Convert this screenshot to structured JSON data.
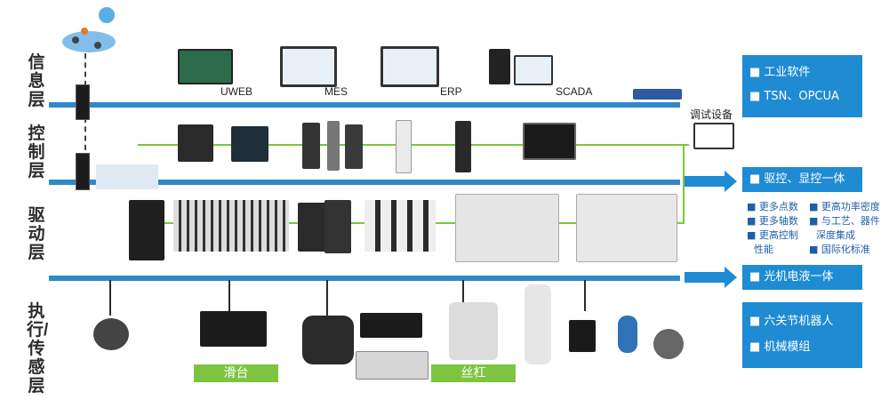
{
  "layers": {
    "info": "信息层",
    "control": "控制层",
    "drive": "驱动层",
    "exec": "执行/传感层"
  },
  "info_labels": {
    "uweb": "UWEB",
    "mes": "MES",
    "erp": "ERP",
    "scada": "SCADA"
  },
  "debug_device": "调试设备",
  "right_panels": {
    "panel1": [
      "工业软件",
      "TSN、OPCUA"
    ],
    "panel2": "驱控、显控一体",
    "panel2_features": [
      "更多点数",
      "更高功率密度",
      "更多轴数",
      "与工艺、器件",
      "更高控制",
      "深度集成",
      "性能",
      "国际化标准"
    ],
    "panel3": "光机电液一体",
    "panel4": [
      "六关节机器人",
      "机械模组"
    ]
  },
  "bottom_tags": {
    "slide": "滑台",
    "screw": "丝杠"
  },
  "colors": {
    "bus": "#2f89c9",
    "link": "#7dc540",
    "panel": "#1f8bd3"
  }
}
